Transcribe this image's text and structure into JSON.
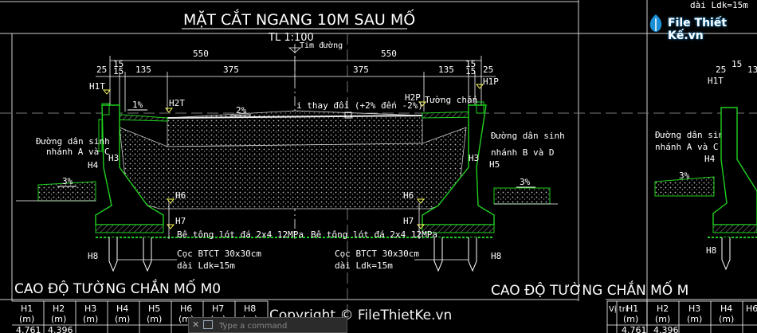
{
  "title": "MẶT CẮT NGANG 10M SAU MỐ",
  "scale": "TL 1:100",
  "axis_label": "Tim đường",
  "left_title": "CAO ĐỘ TƯỜNG CHẮN MỐ M0",
  "right_title": "CAO ĐỘ TƯỜNG CHẮN MỐ M",
  "dims": {
    "half_left": "550",
    "half_right": "550",
    "d25": "25",
    "d15": "15",
    "d135": "135",
    "d375": "375"
  },
  "labels": {
    "H1T": "H1T",
    "H1P": "H1P",
    "H2T": "H2T",
    "H2P": "H2P",
    "H3": "H3",
    "H4": "H4",
    "H5": "H5",
    "H6": "H6",
    "H7": "H7",
    "H8": "H8",
    "slope1": "1%",
    "slope2": "2%",
    "slope3": "3%",
    "variable": "i thay đổi (+2% đến -2%)",
    "retaining_wall": "Tường chắn",
    "left_walk_1": "Đường dân sinh",
    "left_walk_2": "nhánh A và C",
    "right_walk_1": "Đường dân sinh",
    "right_walk_2": "nhánh B và D",
    "concrete": "Bê tông lót đá 2x4 12MPa",
    "pile_1": "Cọc BTCT 30x30cm",
    "pile_2": "dài Ldk=15m",
    "partial_right": "dài Ldk=15m"
  },
  "table": {
    "headers": [
      "H1",
      "H2",
      "H3",
      "H4",
      "H5",
      "H6",
      "H7",
      "H8"
    ],
    "unit": "(m)",
    "first_row": [
      "4.761",
      "4.396"
    ],
    "right_headers": [
      "Vị trí",
      "H1",
      "H2",
      "H3",
      "H4",
      "H5",
      "H6"
    ],
    "right_first_row": [
      "4.761",
      "4.396"
    ]
  },
  "copyright": "Copyright © FileThietKe.vn",
  "watermark": "File Thiết Kế.vn",
  "command": {
    "placeholder": "Type a command"
  },
  "colors": {
    "wall": "#1fd11f",
    "hatch": "#c8c8c8",
    "dim": "#ffffff",
    "yellow": "#ffff55"
  }
}
